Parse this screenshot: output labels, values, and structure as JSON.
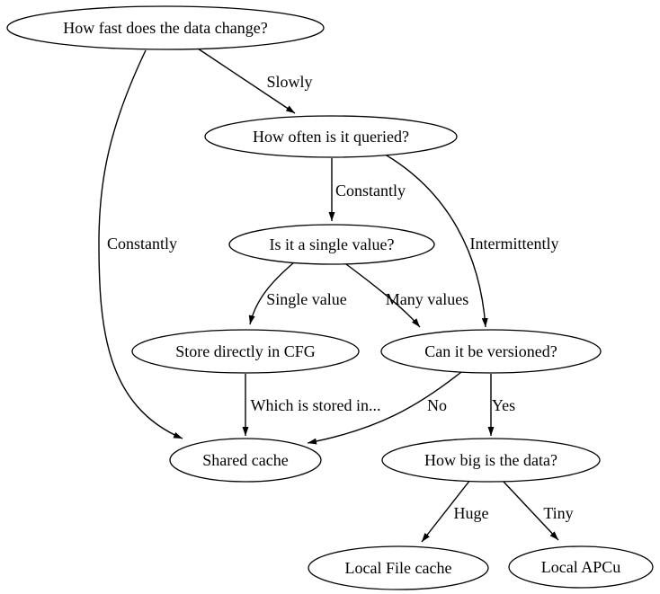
{
  "colors": {
    "background": "#ffffff",
    "node_fill": "#ffffff",
    "node_outline": "#000000",
    "edge_line": "#000000",
    "text": "#000000"
  },
  "diagram": {
    "type": "decision-flowchart",
    "nodes": [
      {
        "id": "how-fast",
        "label": "How fast does the data change?"
      },
      {
        "id": "how-often",
        "label": "How often is it queried?"
      },
      {
        "id": "single-value",
        "label": "Is it a single value?"
      },
      {
        "id": "store-cfg",
        "label": "Store directly in CFG"
      },
      {
        "id": "versioned",
        "label": "Can it be versioned?"
      },
      {
        "id": "shared-cache",
        "label": "Shared cache"
      },
      {
        "id": "how-big",
        "label": "How big is the data?"
      },
      {
        "id": "local-file",
        "label": "Local File cache"
      },
      {
        "id": "local-apcu",
        "label": "Local APCu"
      }
    ],
    "edges": [
      {
        "from": "how-fast",
        "to": "how-often",
        "label": "Slowly"
      },
      {
        "from": "how-fast",
        "to": "shared-cache",
        "label": "Constantly"
      },
      {
        "from": "how-often",
        "to": "single-value",
        "label": "Constantly"
      },
      {
        "from": "how-often",
        "to": "versioned",
        "label": "Intermittently"
      },
      {
        "from": "single-value",
        "to": "store-cfg",
        "label": "Single value"
      },
      {
        "from": "single-value",
        "to": "versioned",
        "label": "Many values"
      },
      {
        "from": "store-cfg",
        "to": "shared-cache",
        "label": "Which is stored in..."
      },
      {
        "from": "versioned",
        "to": "shared-cache",
        "label": "No"
      },
      {
        "from": "versioned",
        "to": "how-big",
        "label": "Yes"
      },
      {
        "from": "how-big",
        "to": "local-file",
        "label": "Huge"
      },
      {
        "from": "how-big",
        "to": "local-apcu",
        "label": "Tiny"
      }
    ]
  }
}
